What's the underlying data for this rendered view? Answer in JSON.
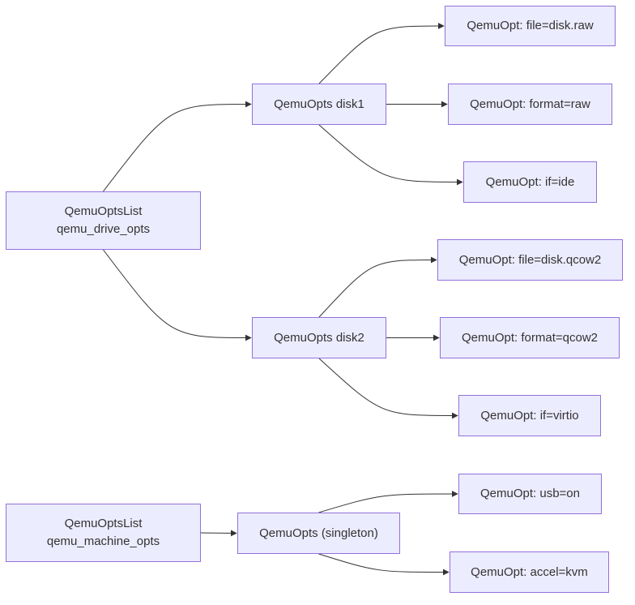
{
  "diagram": {
    "line_color": "#333333",
    "node_fill": "#ececff",
    "node_border": "#9370db",
    "nodes": {
      "drive_list": {
        "line1": "QemuOptsList",
        "line2": "qemu_drive_opts"
      },
      "disk1": {
        "label": "QemuOpts disk1"
      },
      "disk2": {
        "label": "QemuOpts disk2"
      },
      "d1_file": {
        "label": "QemuOpt: file=disk.raw"
      },
      "d1_format": {
        "label": "QemuOpt: format=raw"
      },
      "d1_if": {
        "label": "QemuOpt: if=ide"
      },
      "d2_file": {
        "label": "QemuOpt: file=disk.qcow2"
      },
      "d2_format": {
        "label": "QemuOpt: format=qcow2"
      },
      "d2_if": {
        "label": "QemuOpt: if=virtio"
      },
      "machine_list": {
        "line1": "QemuOptsList",
        "line2": "qemu_machine_opts"
      },
      "singleton": {
        "label": "QemuOpts (singleton)"
      },
      "m_usb": {
        "label": "QemuOpt: usb=on"
      },
      "m_accel": {
        "label": "QemuOpt: accel=kvm"
      }
    },
    "edges": [
      {
        "from": "drive_list",
        "to": "disk1"
      },
      {
        "from": "drive_list",
        "to": "disk2"
      },
      {
        "from": "disk1",
        "to": "d1_file"
      },
      {
        "from": "disk1",
        "to": "d1_format"
      },
      {
        "from": "disk1",
        "to": "d1_if"
      },
      {
        "from": "disk2",
        "to": "d2_file"
      },
      {
        "from": "disk2",
        "to": "d2_format"
      },
      {
        "from": "disk2",
        "to": "d2_if"
      },
      {
        "from": "machine_list",
        "to": "singleton"
      },
      {
        "from": "singleton",
        "to": "m_usb"
      },
      {
        "from": "singleton",
        "to": "m_accel"
      }
    ]
  }
}
